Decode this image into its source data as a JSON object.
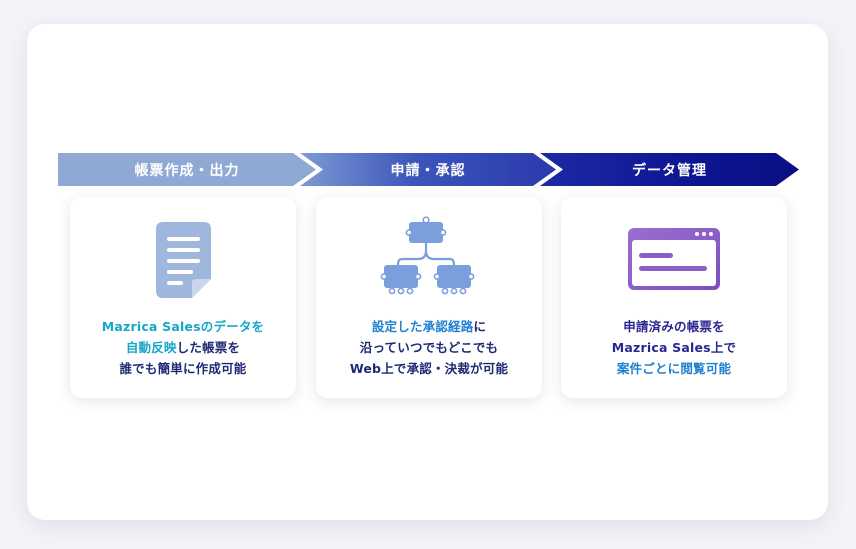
{
  "steps": [
    {
      "title": "帳票作成・出力",
      "lines": [
        [
          {
            "text": "Mazrica Salesのデータを",
            "tone": "cyan"
          }
        ],
        [
          {
            "text": "自動反映",
            "tone": "cyan"
          },
          {
            "text": "した帳票を",
            "tone": "navy"
          }
        ],
        [
          {
            "text": "誰でも簡単に作成可能",
            "tone": "navy"
          }
        ]
      ]
    },
    {
      "title": "申請・承認",
      "lines": [
        [
          {
            "text": "設定した承認経路",
            "tone": "blue"
          },
          {
            "text": "に",
            "tone": "navy"
          }
        ],
        [
          {
            "text": "沿っていつでもどこでも",
            "tone": "navy"
          }
        ],
        [
          {
            "text": "Web上で承認・決裁が可能",
            "tone": "navy"
          }
        ]
      ]
    },
    {
      "title": "データ管理",
      "lines": [
        [
          {
            "text": "申請済みの帳票を",
            "tone": "indigo"
          }
        ],
        [
          {
            "text": "Mazrica Sales上で",
            "tone": "indigo"
          }
        ],
        [
          {
            "text": "案件ごとに閲覧可能",
            "tone": "blue"
          }
        ]
      ]
    }
  ],
  "icons": [
    "document-icon",
    "approval-flow-icon",
    "browser-window-icon"
  ],
  "colors": {
    "step1_arrow": "#8fa8d4",
    "step2_arrow": "#3c55bb",
    "step3_arrow": "#0d1590",
    "cyan_text": "#16a7c9",
    "navy_text": "#1e2a74",
    "blue_text": "#1f80d0",
    "indigo_text": "#2a2690",
    "icon_document": "#9fb6dd",
    "icon_flow": "#7b9fdc",
    "icon_browser": "#8a5fc6"
  }
}
